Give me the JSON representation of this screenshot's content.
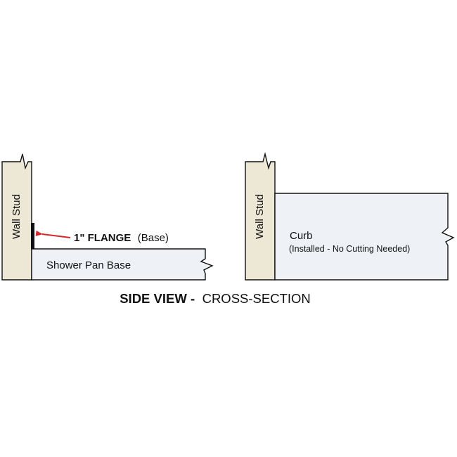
{
  "colors": {
    "stud_fill": "#ede7d6",
    "panel_fill": "#eef2f7",
    "outline": "#111111",
    "flange": "#111111",
    "accent_red": "#d8262c",
    "text": "#111111"
  },
  "left_panel": {
    "stud_label": "Wall Stud",
    "flange_label": "1\" FLANGE",
    "flange_note": "(Base)",
    "base_label": "Shower Pan Base"
  },
  "right_panel": {
    "stud_label": "Wall Stud",
    "curb_label": "Curb",
    "curb_note": "(Installed - No Cutting Needed)"
  },
  "caption": {
    "bold": "SIDE VIEW -",
    "regular": "CROSS-SECTION"
  },
  "icons": {
    "flange_arrow": "arrow-left-icon",
    "break_line": "break-line-icon"
  }
}
